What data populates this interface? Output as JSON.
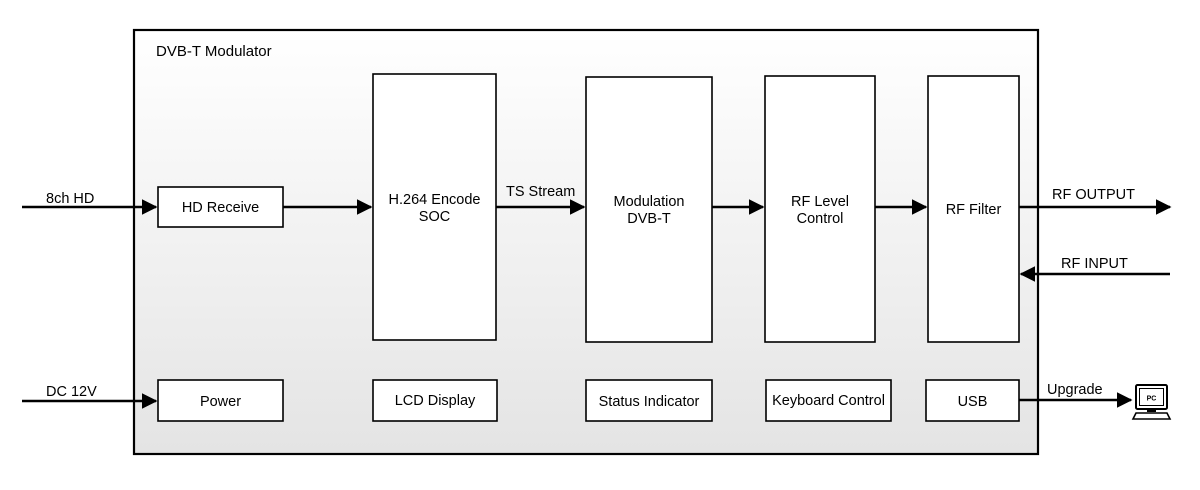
{
  "diagram": {
    "title": "DVB-T Modulator",
    "blocks": {
      "hd_receive": "HD Receive",
      "encode_line1": "H.264 Encode",
      "encode_line2": "SOC",
      "modulation_line1": "Modulation",
      "modulation_line2": "DVB-T",
      "rf_level_line1": "RF Level",
      "rf_level_line2": "Control",
      "rf_filter": "RF Filter",
      "power": "Power",
      "lcd_display": "LCD Display",
      "status_indicator": "Status Indicator",
      "keyboard_control": "Keyboard Control",
      "usb": "USB",
      "pc": "PC"
    },
    "signals": {
      "hd_input": "8ch HD",
      "ts_stream": "TS Stream",
      "rf_output": "RF OUTPUT",
      "rf_input": "RF INPUT",
      "dc_input": "DC 12V",
      "upgrade": "Upgrade"
    }
  },
  "colors": {
    "frame_gradient_top": "#ffffff",
    "frame_gradient_bottom": "#e4e4e4",
    "line": "#000000"
  }
}
